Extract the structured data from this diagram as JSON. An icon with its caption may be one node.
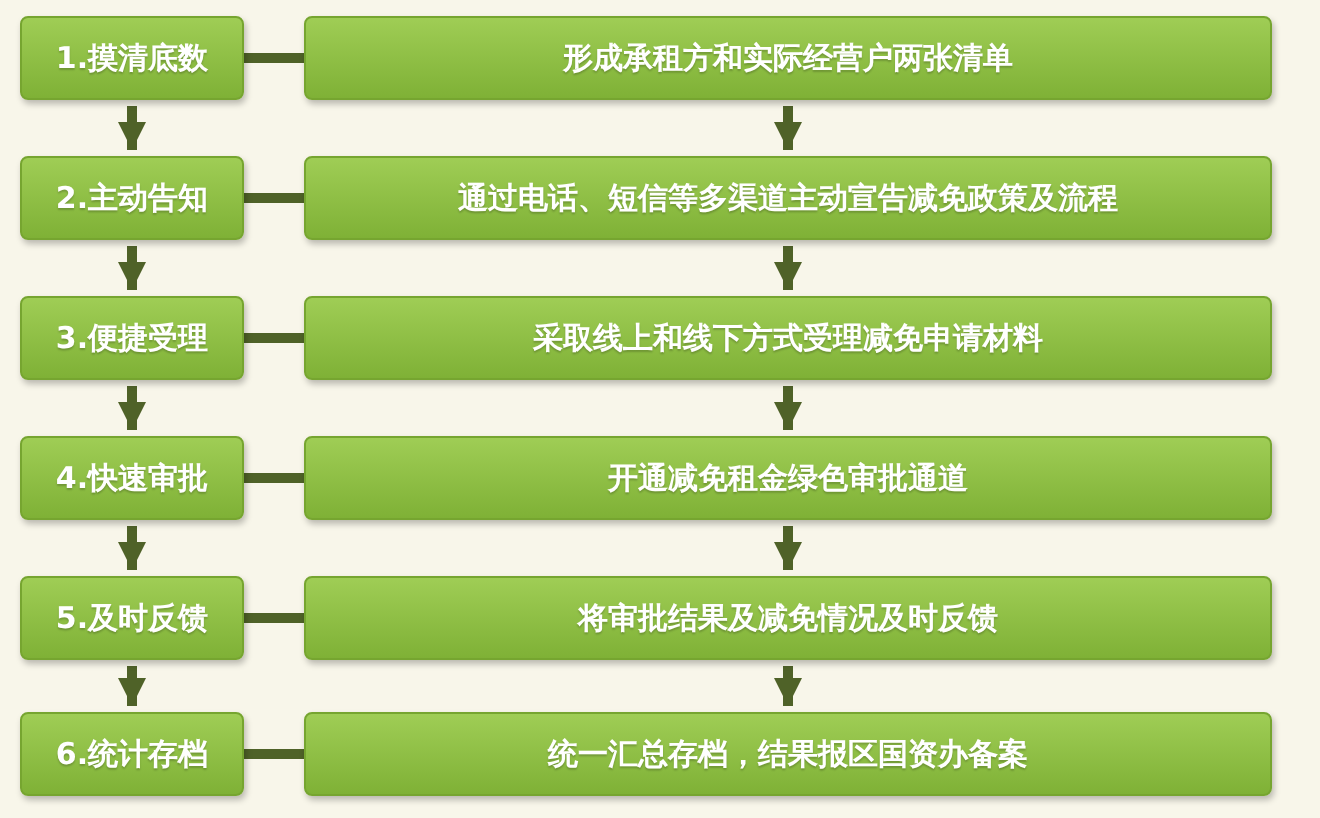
{
  "diagram": {
    "nodes": [
      {
        "text": [
          "1.摸清底数"
        ]
      },
      {
        "text": [
          "形成承租方和实际经营户两张清单"
        ]
      },
      {
        "text": [
          "2.主动告知"
        ]
      },
      {
        "text": [
          "通过电话、短信等多渠道主动宣告减免政策及流程"
        ]
      },
      {
        "text": [
          "3.便捷受理"
        ]
      },
      {
        "text": [
          "采取线上和线下方式受理减免申请材料"
        ]
      },
      {
        "text": [
          "4.快速审批"
        ]
      },
      {
        "text": [
          "开通减免租金绿色审批通道"
        ]
      },
      {
        "text": [
          "5.及时反馈"
        ]
      },
      {
        "text": [
          "将审批结果及减免情况及时反馈"
        ]
      },
      {
        "text": [
          "6.统计存档"
        ]
      },
      {
        "text": [
          "统一汇总存档，结果报区国资办备案"
        ]
      }
    ],
    "edges": [
      {
        "from": 0,
        "to": 1,
        "arrow": "none"
      },
      {
        "from": 2,
        "to": 3,
        "arrow": "none"
      },
      {
        "from": 4,
        "to": 5,
        "arrow": "none"
      },
      {
        "from": 6,
        "to": 7,
        "arrow": "none"
      },
      {
        "from": 8,
        "to": 9,
        "arrow": "none"
      },
      {
        "from": 10,
        "to": 11,
        "arrow": "none"
      },
      {
        "from": 0,
        "to": 2,
        "arrow": "to"
      },
      {
        "from": 2,
        "to": 4,
        "arrow": "to"
      },
      {
        "from": 4,
        "to": 6,
        "arrow": "to"
      },
      {
        "from": 6,
        "to": 8,
        "arrow": "to"
      },
      {
        "from": 8,
        "to": 10,
        "arrow": "to"
      },
      {
        "from": 1,
        "to": 3,
        "arrow": "to"
      },
      {
        "from": 3,
        "to": 5,
        "arrow": "to"
      },
      {
        "from": 5,
        "to": 7,
        "arrow": "to"
      },
      {
        "from": 7,
        "to": 9,
        "arrow": "to"
      },
      {
        "from": 9,
        "to": 11,
        "arrow": "to"
      }
    ]
  }
}
